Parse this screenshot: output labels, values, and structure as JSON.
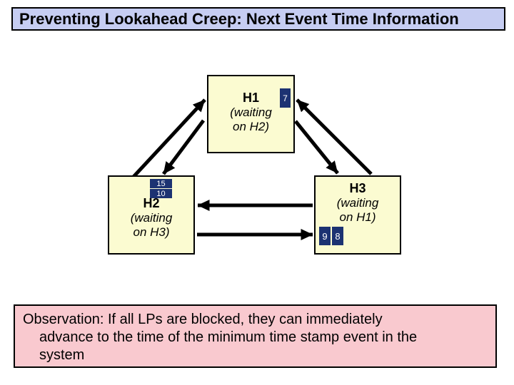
{
  "title": "Preventing Lookahead Creep: Next Event Time Information",
  "diagram": {
    "nodes": [
      {
        "id": "h1",
        "label": "H1",
        "status": "(waiting on H2)",
        "badges": [
          "7"
        ]
      },
      {
        "id": "h2",
        "label": "H2",
        "status": "(waiting on H3)",
        "badges": [
          "15",
          "10"
        ]
      },
      {
        "id": "h3",
        "label": "H3",
        "status": "(waiting on H1)",
        "badges": [
          "9",
          "8"
        ]
      }
    ],
    "links": [
      "H2 to H1",
      "H1 to H2",
      "H3 to H1",
      "H1 to H3",
      "H3 to H2",
      "H2 to H3"
    ]
  },
  "observation": {
    "lines": [
      "Observation: If all LPs are blocked, they can immediately",
      "advance to the time of the minimum time stamp event in the",
      "system"
    ]
  },
  "colors": {
    "title_bg": "#c6cdf2",
    "node_bg": "#fbfbd1",
    "badge_bg": "#1c3272",
    "badge_text": "#ffffff",
    "observation_bg": "#f9c9cf",
    "border": "#000000",
    "arrow": "#000000",
    "background": "#ffffff"
  }
}
